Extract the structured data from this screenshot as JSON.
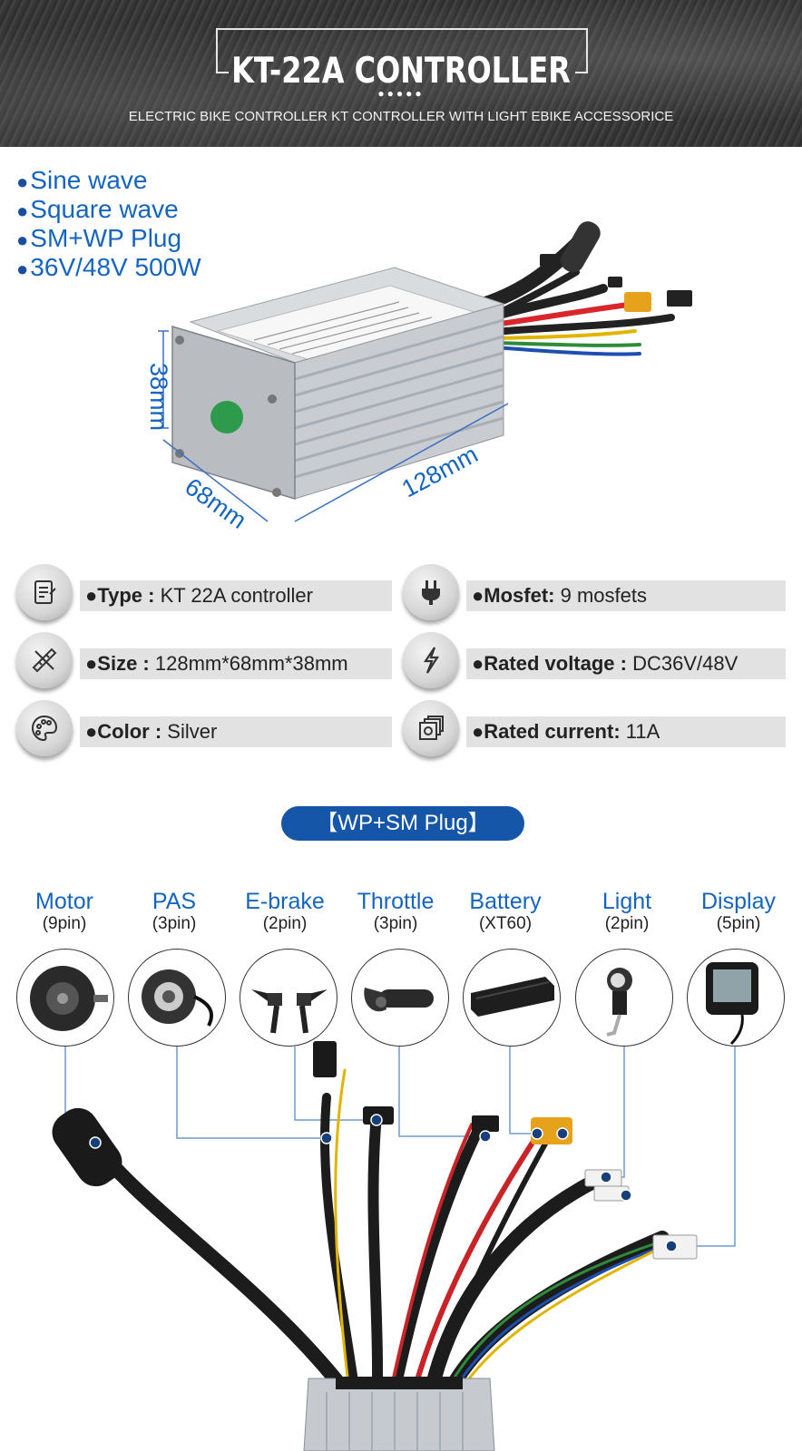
{
  "banner": {
    "title": "KT-22A  CONTROLLER",
    "dots": "●●●●●",
    "subtitle": "ELECTRIC BIKE CONTROLLER  KT CONTROLLER WITH LIGHT EBIKE ACCESSORICE"
  },
  "features": [
    "Sine wave",
    "Square wave",
    "SM+WP Plug",
    "36V/48V 500W"
  ],
  "dimensions": {
    "height": "38mm",
    "width": "68mm",
    "length": "128mm"
  },
  "specs": [
    {
      "label": "●Type :",
      "value": " KT 22A controller",
      "icon": "document-edit-icon"
    },
    {
      "label": "●Mosfet:",
      "value": "  9 mosfets",
      "icon": "plug-icon"
    },
    {
      "label": "●Size :",
      "value": " 128mm*68mm*38mm",
      "icon": "ruler-pencil-icon"
    },
    {
      "label": "●Rated voltage :",
      "value": " DC36V/48V",
      "icon": "lightning-icon"
    },
    {
      "label": "●Color :",
      "value": " Silver",
      "icon": "palette-icon"
    },
    {
      "label": "●Rated current:",
      "value": " 11A",
      "icon": "chip-stack-icon"
    }
  ],
  "plug_badge": "【WP+SM Plug】",
  "components": [
    {
      "name": "Motor",
      "pin": "(9pin)"
    },
    {
      "name": "PAS",
      "pin": "(3pin)"
    },
    {
      "name": "E-brake",
      "pin": "(2pin)"
    },
    {
      "name": "Throttle",
      "pin": "(3pin)"
    },
    {
      "name": "Battery",
      "pin": "(XT60)"
    },
    {
      "name": "Light",
      "pin": "(2pin)"
    },
    {
      "name": "Display",
      "pin": "(5pin)"
    }
  ],
  "colors": {
    "accent_blue": "#1565c0",
    "badge_blue": "#1556a8",
    "spec_bar": "#e2e2e2",
    "line_blue": "#6f9bd1"
  }
}
